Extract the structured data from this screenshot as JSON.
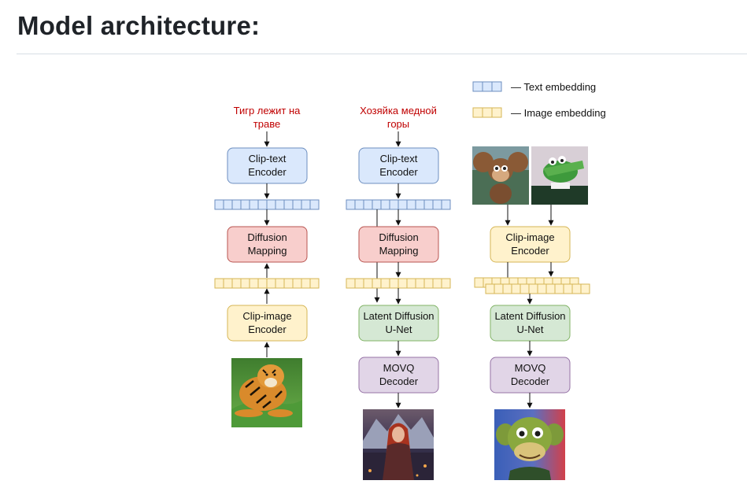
{
  "title": "Model architecture:",
  "legend": {
    "text": "— Text embedding",
    "image": "— Image embedding"
  },
  "colors": {
    "text_box": "#dae8fc",
    "text_stroke": "#6c8ebf",
    "mapping_box": "#f8cecc",
    "mapping_stroke": "#b85450",
    "image_box": "#fff2cc",
    "image_stroke": "#d6b656",
    "unet_box": "#d5e8d4",
    "unet_stroke": "#82b366",
    "movq_box": "#e1d5e7",
    "movq_stroke": "#9673a6",
    "prompt_text": "#c00000"
  },
  "col1": {
    "prompt": [
      "Тигр лежит на",
      "траве"
    ],
    "clip_text": [
      "Clip-text",
      "Encoder"
    ],
    "mapping": [
      "Diffusion",
      "Mapping"
    ],
    "clip_image": [
      "Clip-image",
      "Encoder"
    ]
  },
  "col2": {
    "prompt": [
      "Хозяйка медной",
      "горы"
    ],
    "clip_text": [
      "Clip-text",
      "Encoder"
    ],
    "mapping": [
      "Diffusion",
      "Mapping"
    ],
    "unet": [
      "Latent Diffusion",
      "U-Net"
    ],
    "movq": [
      "MOVQ",
      "Decoder"
    ]
  },
  "col3": {
    "clip_image": [
      "Clip-image",
      "Encoder"
    ],
    "unet": [
      "Latent Diffusion",
      "U-Net"
    ],
    "movq": [
      "MOVQ",
      "Decoder"
    ]
  },
  "images": {
    "tiger": "tiger-photo",
    "woman": "fantasy-woman-image",
    "cheburashka": "cheburashka-photo",
    "gena": "crocodile-gena-photo",
    "monkey": "generated-monkey-image"
  }
}
